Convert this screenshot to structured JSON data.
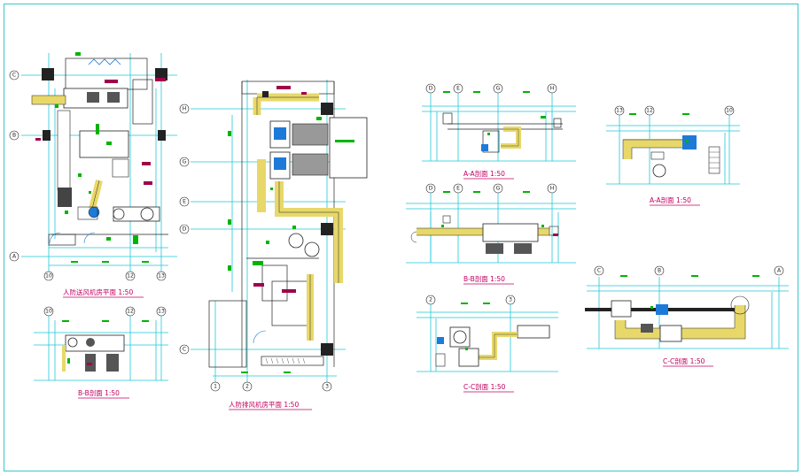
{
  "drawing": {
    "colors": {
      "frame": "#38c8cc",
      "wall": "#1ec8d8",
      "duct": "#222222",
      "fitting": "#e8d86a",
      "green": "#00b400",
      "tag": "#a0004c",
      "label": "#c00060"
    }
  },
  "views": {
    "supply_plan": {
      "title": "人防送风机房平面 1:50",
      "grid_rows": [
        "C",
        "B",
        "A"
      ],
      "grid_cols": [
        "10",
        "12",
        "13"
      ]
    },
    "supply_section_bb": {
      "title": "B-B剖面 1:50",
      "grid_cols": [
        "10",
        "12",
        "13"
      ]
    },
    "exhaust_plan": {
      "title": "人防排风机房平面 1:50",
      "grid_rows": [
        "H",
        "G",
        "E",
        "D",
        "C"
      ],
      "grid_cols": [
        "1",
        "2",
        "3"
      ]
    },
    "section_aa_1": {
      "title": "A-A剖面 1:50",
      "grid_cols": [
        "D",
        "E",
        "G",
        "H"
      ]
    },
    "section_bb_2": {
      "title": "B-B剖面 1:50",
      "grid_cols": [
        "D",
        "E",
        "G",
        "H"
      ]
    },
    "section_cc_1": {
      "title": "C-C剖面 1:50",
      "grid_cols": [
        "2",
        "3"
      ]
    },
    "section_aa_2": {
      "title": "A-A剖面 1:50",
      "grid_cols": [
        "13",
        "12",
        "10"
      ]
    },
    "section_cc_2": {
      "title": "C-C剖面 1:50",
      "grid_cols": [
        "C",
        "B",
        "A"
      ]
    }
  }
}
